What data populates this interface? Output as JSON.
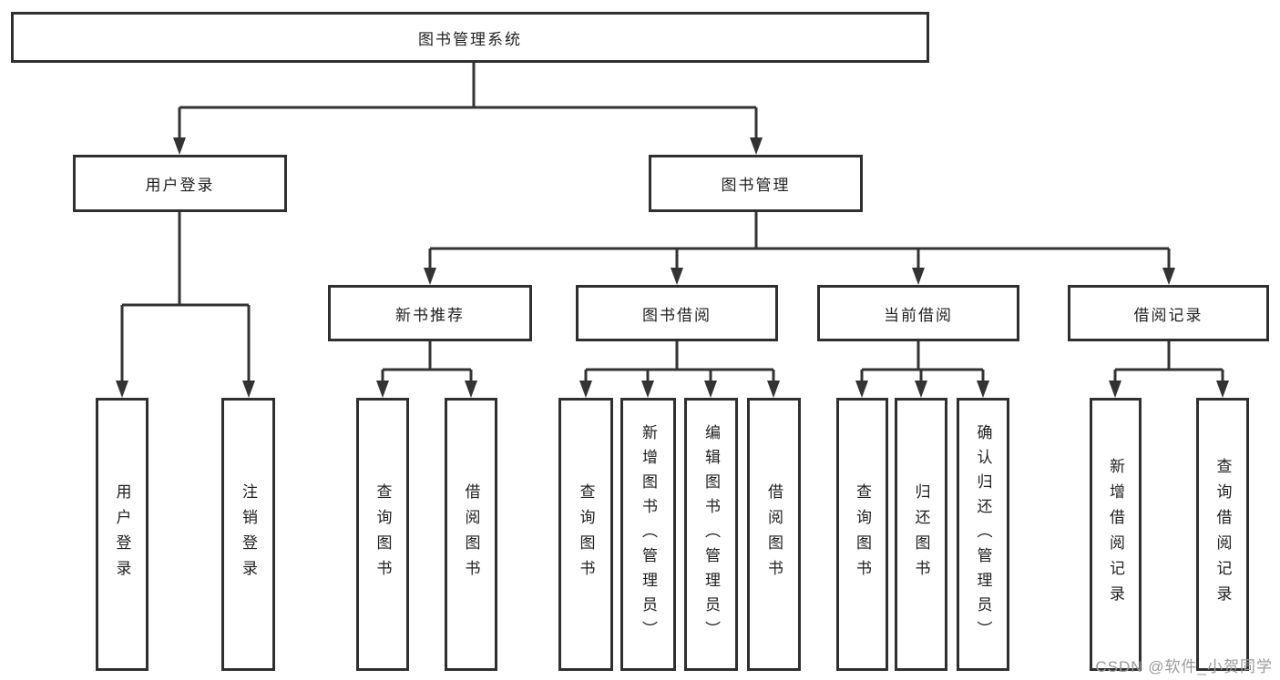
{
  "nodes": {
    "root": "图书管理系统",
    "user_login": "用户登录",
    "book_management": "图书管理",
    "new_book_rec": "新书推荐",
    "book_borrow": "图书借阅",
    "current_borrow": "当前借阅",
    "borrow_record": "借阅记录",
    "leaf_user_login": "用户登录",
    "leaf_logout": "注销登录",
    "leaf_query_book_1": "查询图书",
    "leaf_borrow_book_1": "借阅图书",
    "leaf_query_book_2": "查询图书",
    "leaf_add_book": "新增图书（管理员）",
    "leaf_edit_book": "编辑图书（管理员）",
    "leaf_borrow_book_2": "借阅图书",
    "leaf_query_book_3": "查询图书",
    "leaf_return_book": "归还图书",
    "leaf_confirm_return": "确认归还（管理员）",
    "leaf_add_record": "新增借阅记录",
    "leaf_query_record": "查询借阅记录"
  },
  "watermark": "CSDN @软件_小贺同学",
  "colors": {
    "line": "#333333",
    "box_border": "#2f2f2f",
    "text": "#1f1f1f",
    "watermark": "#9b9b9b",
    "background": "#ffffff"
  }
}
